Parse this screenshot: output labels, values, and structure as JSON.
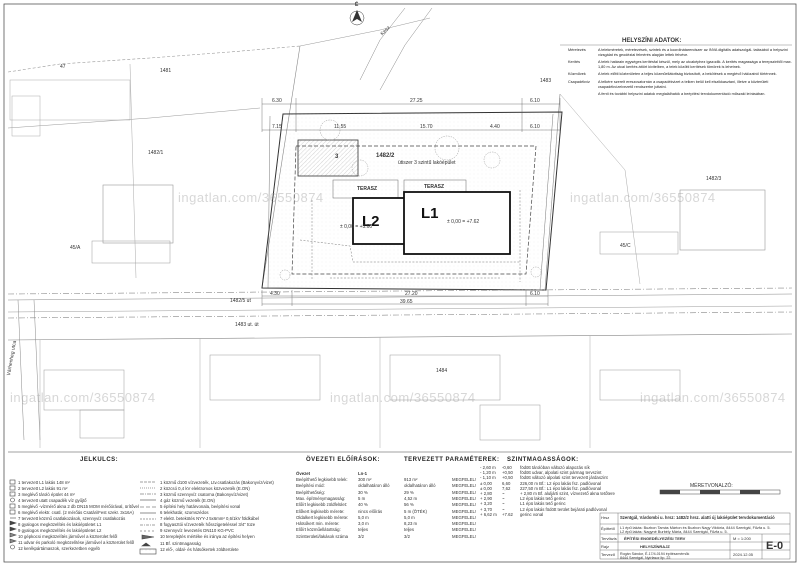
{
  "site_info": {
    "title": "HELYSZÍNI ADATOK:",
    "rows": [
      {
        "label": "Méretezés",
        "text": "A telekméretek, méretezések, szintek és a koordinátarendszer az INVA digitális adatszolgál- tatásából a helyszíni vizsgálat és geodéziai felmérés alapján lettek felvéve."
      },
      {
        "label": "Kerítés",
        "text": "A telek határain egységes kerítésfal készül, mely az utcaképhez igazodik. A kerítés magassága a terepszinttől max. 1,80 m. Az utcai kerítés áttört kivitelben, a telek közötti kerítések tömörek is lehetnek."
      },
      {
        "label": "Közművek",
        "text": "A telek előtti közterületen a teljes közműellátottság biztosított, a bekötések a meglévő hálózatról történnek."
      },
      {
        "label": "Csapadékvíz",
        "text": "A telkére szerelt ereszcsatornán a csapadékvizet a telken belül kell elszikkasztani, illetve a közterületi csapadékvízelvezető rendszerbe juttatni."
      },
      {
        "label": "",
        "text": "A fenti és további helyszíni adatok megtalálhatók a beépítési tervdokumentáció műszaki leírásában."
      }
    ]
  },
  "plan": {
    "building_l1": "L1",
    "building_l2": "L2",
    "l1_elevation": "± 0,00 = +7.62",
    "l2_elevation": "± 0,00 = +5.60",
    "terrace": "TERASZ",
    "parcel_center": "1482/2",
    "parcel_center_note": "ütiszer 3 szintű lakóépület",
    "parcel_nw": "1481",
    "parcel_ne": "1483",
    "parcel_w": "1482/1",
    "parcel_e": "1482/3",
    "parcel_south": "1484",
    "street_top": "1482/5 ut",
    "street_south": "1483 ut. út",
    "street_vertical": "Várhenheg utca",
    "label_45a": "45/A",
    "label_45c": "45/C",
    "label_47": "47",
    "road_label": "Kesz",
    "dims_top": [
      "6.30",
      "27.25",
      "6.10"
    ],
    "dims_top_parts": [
      "7.15",
      "11.55",
      "15.70",
      "4.40",
      "6.10"
    ],
    "dims_bottom": [
      "4.30",
      "27.20",
      "6.10"
    ],
    "dims_bottom_total": "39.65",
    "watermark": "ingatlan.com/36550874"
  },
  "legend": {
    "title": "JELKULCS:",
    "left": [
      "tervezett L1 lakás 148 m²",
      "tervezett L2 lakás 91 m²",
      "meglévő tároló épület 44 m²",
      "tervezett utatt csapadék víz gyűjtő",
      "meglévő -vízmérő akna 2 db DN15 MOM mérőórával, ürítővel",
      "meglévő elektr. csatl. (2 mérőás Csatári/Fest szekr. 3x16A)",
      "tervezett közmű csatlakozások, szennyvíz csatlakozás",
      "gyalogos megközelítés és lakóépületet L1",
      "gyalogos megközelítés és lakóépületet L2",
      "gépkocsi megközelítés járművel a közterület felől",
      "udvar és parkoló megközelítése járművel a közterület felől",
      "kerékpártámaszok, szerkezetben egyéb"
    ],
    "right": [
      "közmű d100 vízvezeték, Ltv.csatlakozás (Bakonyvíz/vizet)",
      "közcsó 0,4 kV elektromos közvezeték (E.ON)",
      "közmű szennyvíz csatorna (Bakonyvíz/vizet)",
      "gáz közmű vezeték (E.ON)",
      "építési hely határvonala, beépítési vonal",
      "telekhatár, szomszédos",
      "elektr. betekötés NYY-J 5x6mm² 0,6/1kV földkábel",
      "fogyasztói vízvezeték hősszigeteléssel 3/4\" tüze",
      "szennyvíz levezetés DN110 KG-PVC",
      "tereplejtés mértéke és iránya az építési helyen",
      "Bf. szintmagasság",
      "elő-, oldal- és hátsókertek zöldterülete"
    ]
  },
  "regulations": {
    "title": "ÖVEZETI ELŐÍRÁSOK:",
    "header": [
      "Övezet",
      "Ln-1"
    ],
    "rows": [
      [
        "Beépíthető legkisebb telek:",
        "300 m²"
      ],
      [
        "Beépítési mód:",
        "oldalhatáron álló"
      ],
      [
        "Beépíthetőség:",
        "30 %"
      ],
      [
        "Max. építménymagasság:",
        "5 m"
      ],
      [
        "Előírt legkisebb zöldfelület:",
        "40 %"
      ],
      [
        "Előkert legkisebb mérete:",
        "nincs előírás"
      ],
      [
        "Oldalkert legkisebb mérete:",
        "5,0 m"
      ],
      [
        "Hátsókert min. mérete:",
        "3,0 m"
      ],
      [
        "Előírt közműellátottság:",
        "teljes"
      ],
      [
        "Szintterületi/lakások száma",
        "3/2"
      ]
    ]
  },
  "plan_params": {
    "title": "TERVEZETT PARAMÉTEREK:",
    "rows": [
      [
        "913 m²",
        "MEGFELEL!"
      ],
      [
        "oldalhatáron álló",
        "MEGFELEL!"
      ],
      [
        "29 %",
        "MEGFELEL!"
      ],
      [
        "4,52 m",
        "MEGFELEL!"
      ],
      [
        "56 %",
        "MEGFELEL!"
      ],
      [
        "5 m (ÖTÉK)",
        "MEGFELEL!"
      ],
      [
        "5,0 m",
        "MEGFELEL!"
      ],
      [
        "8,23 m",
        "MEGFELEL!"
      ],
      [
        "teljes",
        "MEGFELEL!"
      ],
      [
        "3/2",
        "MEGFELEL!"
      ]
    ]
  },
  "levels": {
    "title": "SZINTMAGASSÁGOK:",
    "rows": [
      [
        "- 2,60 m",
        "-0,60",
        "födött tárolóban változó alapozás sík"
      ],
      [
        "- 1,20 m",
        "+0,50",
        "födött udvar, alpolati szint pármag tervszint"
      ],
      [
        "- 1,10 m",
        "+0,50",
        "födött változó alpolati szint tervezett járdaszint"
      ],
      [
        "± 0,00",
        "6,60",
        "226,00 m Bf.: L2 épü lakás fsz. padlóvonal"
      ],
      [
        "± 0,00",
        "7,62",
        "227,50 m Bf.: L1 épü lakás fsz. padlóvonal"
      ],
      [
        "+ 2,80",
        "~",
        "+ 2,80 m Bf. aluljárti szint, vízvezető akna tetőtere"
      ],
      [
        "+ 2,90",
        "~",
        "L2 épü lakás tető gerinc"
      ],
      [
        "+ 3,20",
        "~",
        "L1 épü lakás tető gerinc"
      ],
      [
        "+ 3,70",
        "~",
        "L2 épü lakás födött terület bejárati padlóvonal"
      ],
      [
        "+ 6,62 m",
        "+7.62",
        "gerinc vonal"
      ]
    ]
  },
  "title_block": {
    "address": "Szentgál, Várdombi u. hrsz: 1482/2 hrsz. alatti új lakóépület tervdokumentáció",
    "owner_label": "Építtető",
    "owner": "L1 épű lakás: Buzbon Tamás Márton és Buzbon Nagy Viktória, 8444 Szentgál, Fűzfa u. 5.",
    "owner2": "L2 épű lakás: Nagyné Burbély Mária, 8444 Szentgál, Fűzfa u. 5.",
    "designer_label": "Tervező",
    "phase_label": "Tervfázis",
    "phase": "ÉPÍTÉSI ENGEDÉLYEZÉSI TERV",
    "drawing_label": "Rajz",
    "drawing": "HELYSZÍNRAJZ",
    "scale": "M = 1:200",
    "sheet_no": "E-0",
    "date": "2024.12.05",
    "designer": "Rogán Sándor, É-17/4-0194 építészmérnök",
    "designer_addr": "8444 Szentgál, Nyírfasor ltp. 22.",
    "north": "É",
    "scale_bar_label": "MÉRETVONALZÓ:"
  }
}
